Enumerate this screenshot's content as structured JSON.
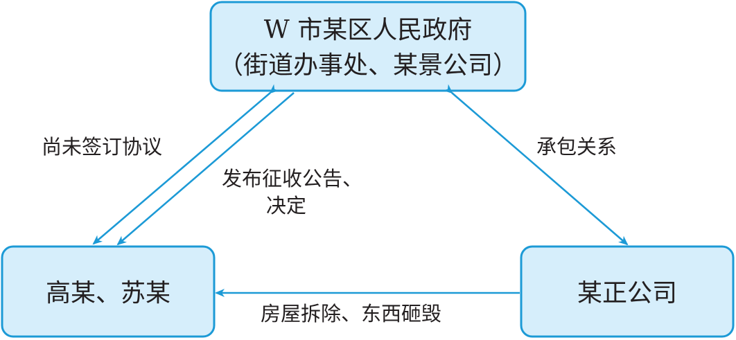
{
  "nodes": {
    "government": {
      "line1": "W 市某区人民政府",
      "line2": "（街道办事处、某景公司）"
    },
    "residents": {
      "label": "高某、苏某"
    },
    "contractor": {
      "label": "某正公司"
    }
  },
  "edges": {
    "no_agreement": {
      "label": "尚未签订协议"
    },
    "announcement": {
      "line1": "发布征收公告、",
      "line2": "决定"
    },
    "contract": {
      "label": "承包关系"
    },
    "demolition": {
      "label": "房屋拆除、东西砸毁"
    }
  },
  "colors": {
    "box_fill": "#d6eefb",
    "line": "#1c9ad6",
    "text": "#231f20"
  }
}
